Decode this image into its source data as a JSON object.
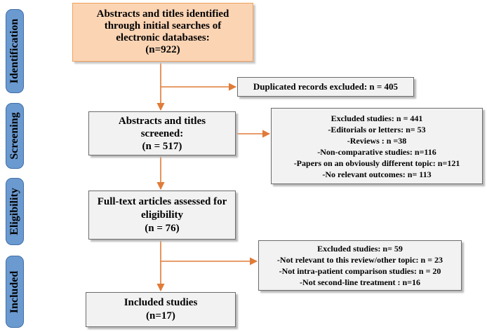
{
  "stages": [
    {
      "label": "Identification"
    },
    {
      "label": "Screening"
    },
    {
      "label": "Eligibility"
    },
    {
      "label": "Included"
    }
  ],
  "boxes": {
    "identification": {
      "lines": [
        "Abstracts and titles identified",
        "through initial searches of",
        "electronic databases:",
        "(n=922)"
      ]
    },
    "duplicates": {
      "lines": [
        "Duplicated records excluded: n = 405"
      ]
    },
    "screened": {
      "lines": [
        "Abstracts and titles",
        "screened:",
        "(n = 517)"
      ]
    },
    "screening_excluded": {
      "lines": [
        "Excluded studies: n = 441",
        "-Editorials or letters: n= 53",
        "-Reviews : n =38",
        "-Non-comparative studies: n=116",
        "-Papers on an obviously different topic: n=121",
        "-No relevant outcomes: n= 113"
      ]
    },
    "full_text": {
      "lines": [
        "Full-text articles assessed for",
        "eligibility",
        "(n = 76)"
      ]
    },
    "fulltext_excluded": {
      "lines": [
        "Excluded studies: n= 59",
        "-Not relevant to this review/other topic: n = 23",
        "-Not intra-patient comparison studies: n = 20",
        "-Not second-line treatment : n=16"
      ]
    },
    "included": {
      "lines": [
        "Included studies",
        "(n=17)"
      ]
    }
  },
  "colors": {
    "stage_tab": "#6b9ad0",
    "source_box": "#fbd4b4",
    "box_fill": "#f2f2f2",
    "arrow": "#e07b39"
  }
}
